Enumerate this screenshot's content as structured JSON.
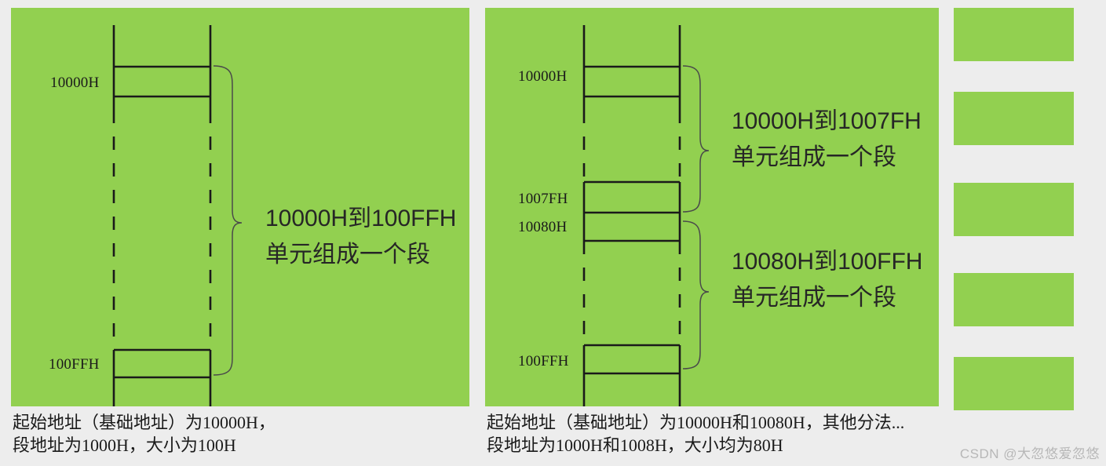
{
  "colors": {
    "panel_green": "#92D050",
    "background_gray": "#EDEDED",
    "line_black": "#1A1A1A",
    "watermark_gray": "#B7B7B7"
  },
  "left_panel": {
    "name": "single-segment-diagram",
    "address_labels": [
      {
        "id": "left-addr-top",
        "text": "10000H"
      },
      {
        "id": "left-addr-bottom",
        "text": "100FFH"
      }
    ],
    "annotation": {
      "line1": "10000H到100FFH",
      "line2": "单元组成一个段"
    },
    "caption": {
      "line1": "起始地址（基础地址）为10000H，",
      "line2": "段地址为1000H，大小为100H"
    }
  },
  "right_panel": {
    "name": "two-segment-diagram",
    "address_labels": [
      {
        "id": "right-addr-10000h",
        "text": "10000H"
      },
      {
        "id": "right-addr-1007fh",
        "text": "1007FH"
      },
      {
        "id": "right-addr-10080h",
        "text": "10080H"
      },
      {
        "id": "right-addr-100ffh",
        "text": "100FFH"
      }
    ],
    "annotations": [
      {
        "id": "segment-1-annotation",
        "line1": "10000H到1007FH",
        "line2": "单元组成一个段"
      },
      {
        "id": "segment-2-annotation",
        "line1": "10080H到100FFH",
        "line2": "单元组成一个段"
      }
    ],
    "caption": {
      "line1": "起始地址（基础地址）为10000H和10080H，其他分法...",
      "line2": "段地址为1000H和1008H，大小均为80H"
    }
  },
  "side_stubs": {
    "count": 5,
    "labels": [
      "",
      "",
      "",
      "",
      ""
    ]
  },
  "watermark": {
    "text": "CSDN @大忽悠爱忽悠"
  }
}
